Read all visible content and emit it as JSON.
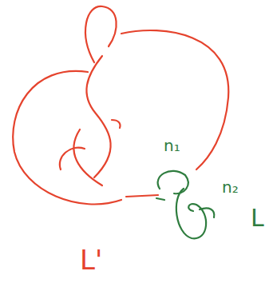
{
  "diagram": {
    "labels": [
      "n₁",
      "n₂",
      "L",
      "L'"
    ]
  }
}
